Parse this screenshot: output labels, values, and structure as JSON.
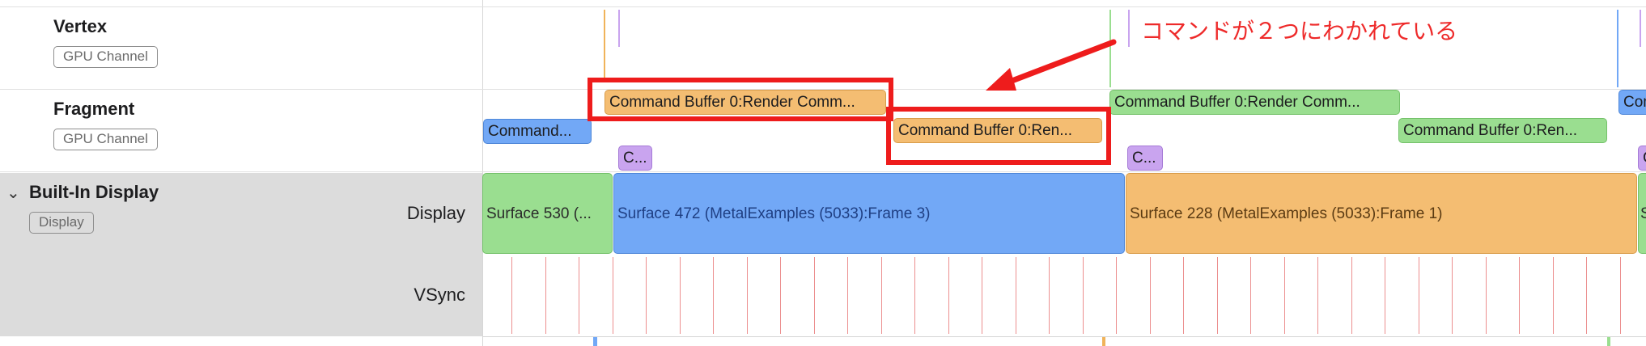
{
  "tracks": {
    "vertex": {
      "title": "Vertex",
      "badge": "GPU Channel"
    },
    "fragment": {
      "title": "Fragment",
      "badge": "GPU Channel"
    },
    "display": {
      "title": "Built-In Display",
      "badge": "Display",
      "lanes": {
        "display": "Display",
        "vsync": "VSync"
      }
    }
  },
  "fragment_blocks": [
    {
      "label": "Command Buffer 0:Render Comm...",
      "color": "orange"
    },
    {
      "label": "Command Buffer 0:Ren...",
      "color": "orange"
    },
    {
      "label": "Command...",
      "color": "blue"
    },
    {
      "label": "C...",
      "color": "purple"
    },
    {
      "label": "Command Buffer 0:Render Comm...",
      "color": "green"
    },
    {
      "label": "Command Buffer 0:Ren...",
      "color": "green"
    },
    {
      "label": "C...",
      "color": "purple"
    },
    {
      "label": "Com",
      "color": "blue"
    },
    {
      "label": "C",
      "color": "purple"
    }
  ],
  "surfaces": [
    {
      "label": "Surface 530 (...",
      "color": "green"
    },
    {
      "label": "Surface 472 (MetalExamples (5033):Frame 3)",
      "color": "blue"
    },
    {
      "label": "Surface 228 (MetalExamples (5033):Frame 1)",
      "color": "orange"
    },
    {
      "label": "S",
      "color": "green"
    }
  ],
  "annotation": {
    "text": "コマンドが２つにわかれている",
    "color": "#ee2a2a"
  },
  "colors": {
    "orange": "#f4bd72",
    "green": "#9ade90",
    "blue": "#72a8f6",
    "purple": "#c9a4ef",
    "vsync_line": "#ec8f8f",
    "highlight_red": "#ee1c1c"
  }
}
